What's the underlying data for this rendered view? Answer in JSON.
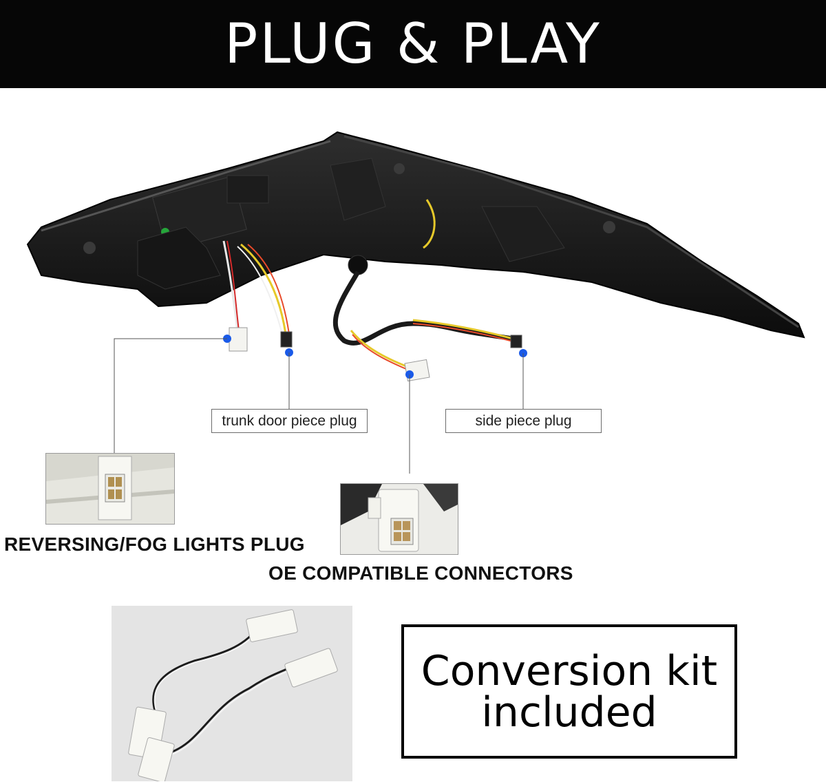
{
  "header": {
    "title": "PLUG & PLAY"
  },
  "labels": {
    "trunk_door_plug": "trunk door piece plug",
    "side_piece_plug": "side piece plug"
  },
  "captions": {
    "reversing_fog": "REVERSING/FOG LIGHTS PLUG",
    "oe_compatible": "OE COMPATIBLE CONNECTORS"
  },
  "kit": {
    "line1": "Conversion kit",
    "line2": "included"
  },
  "colors": {
    "header_bg": "#060606",
    "marker_dot": "#1a5ae8",
    "lamp_body": "#1a1a1a"
  }
}
